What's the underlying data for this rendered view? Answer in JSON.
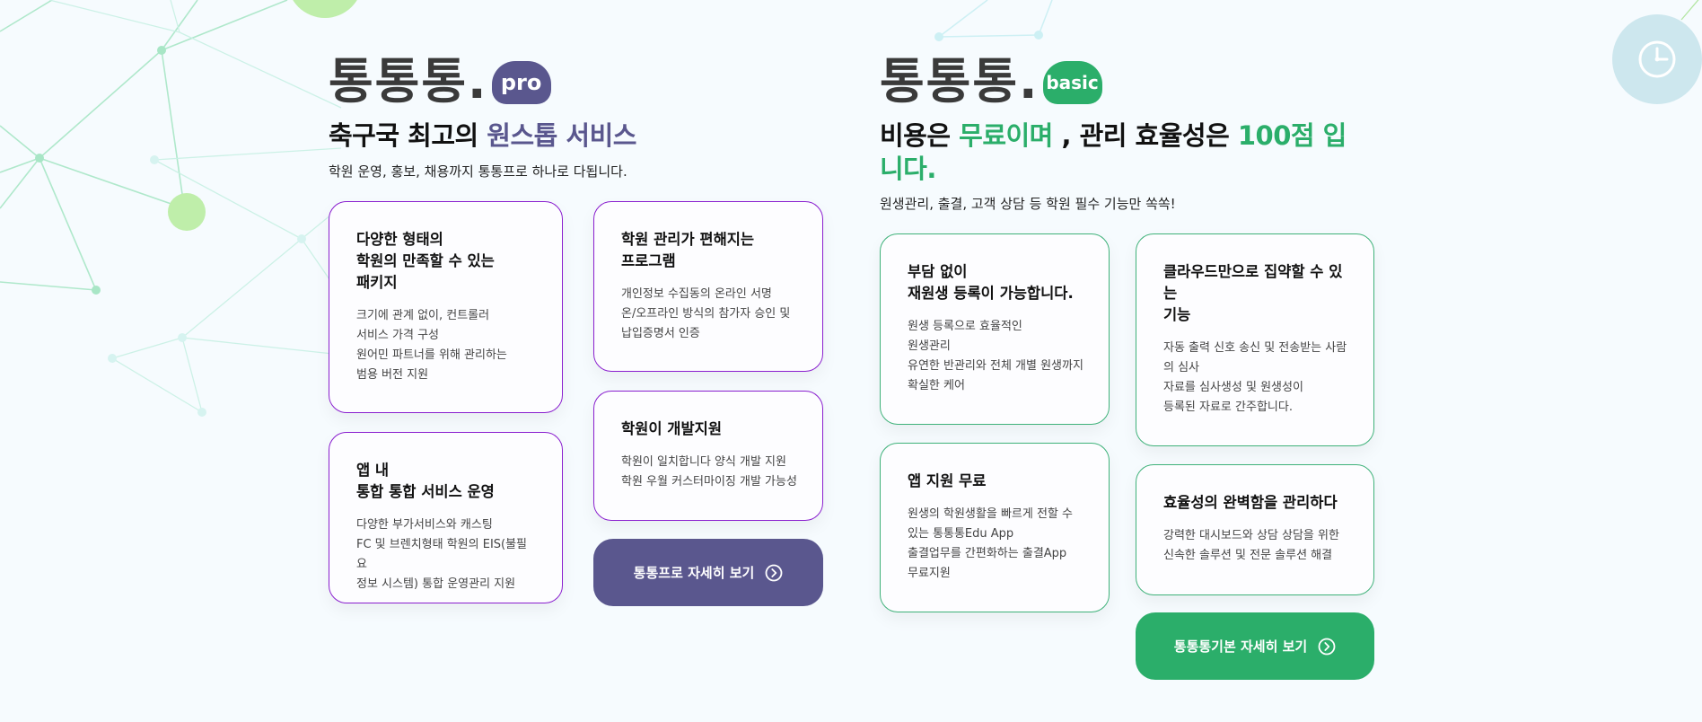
{
  "pro": {
    "logo_text": "통통통.",
    "badge": "pro",
    "headline_plain": "축구국 최고의 ",
    "headline_highlight": "원스톱 서비스",
    "subline": "학원 운영, 홍보, 채용까지 통통프로 하나로 다됩니다.",
    "cards": [
      {
        "title": "다양한 형태의\n학원의 만족할 수 있는\n패키지",
        "desc": "크기에 관계 없이, 컨트롤러\n서비스 가격 구성\n원어민 파트너를 위해 관리하는\n범용 버전 지원"
      },
      {
        "title": "학원 관리가 편해지는\n프로그램",
        "desc": "개인정보 수집동의 온라인 서명\n온/오프라인 방식의 참가자 승인 및\n납입증명서 인증"
      },
      {
        "title": "앱 내\n통합 통합 서비스 운영",
        "desc": "다양한 부가서비스와 캐스팅\nFC 및 브렌치형태 학원의 EIS(불필요\n정보 시스템) 통합 운영관리 지원"
      },
      {
        "title": "학원이 개발지원",
        "desc": "학원이 일치합니다 양식 개발 지원\n학원 우월 커스터마이징 개발 가능성"
      }
    ],
    "cta_label": "통통프로 자세히 보기",
    "accent_color": "#5a578e",
    "card_border_color": "#8a1fcf"
  },
  "basic": {
    "logo_text": "통통통.",
    "badge": "basic",
    "headline_part1": "비용은 ",
    "headline_hl1": "무료이며",
    "headline_part2": " , 관리 효율성은 ",
    "headline_hl2": "100점 입니다.",
    "subline": "원생관리, 출결, 고객 상담 등 학원 필수 기능만 쏙쏙!",
    "cards": [
      {
        "title": "부담 없이\n재원생 등록이 가능합니다.",
        "desc": "원생 등록으로 효율적인\n원생관리\n유연한 반관리와 전체 개별 원생까지\n확실한 케어"
      },
      {
        "title": "클라우드만으로 집약할 수 있\n는\n기능",
        "desc": "자동 출력 신호 송신 및 전송받는 사람\n의 심사\n자료를 심사생성 및 원생성이\n등록된 자료로 간주합니다."
      },
      {
        "title": "앱 지원 무료",
        "desc": "원생의 학원생활을 빠르게 전할 수\n있는 통통통Edu App\n출결업무를 간편화하는 출결App\n무료지원"
      },
      {
        "title": "효율성의 완벽함을 관리하다",
        "desc": "강력한 대시보드와 상담 상담을 위한\n신속한 솔루션 및 전문 솔루션 해결"
      }
    ],
    "cta_label": "통통통기본 자세히 보기",
    "accent_color": "#2bae6a",
    "card_border_color": "#3fb27a"
  },
  "floating": {
    "clock_icon": "clock-icon"
  }
}
